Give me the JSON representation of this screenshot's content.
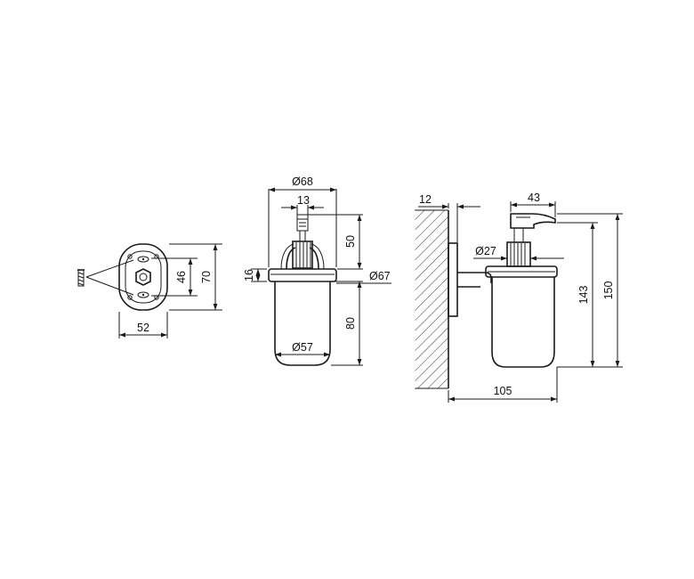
{
  "drawing": {
    "mount_view": {
      "width": "52",
      "height": "70",
      "hole_spacing": "46"
    },
    "front_view": {
      "cap_diameter": "Ø68",
      "pump_width": "13",
      "pump_height": "50",
      "ring_height": "16",
      "ring_diameter": "Ø67",
      "bottle_height": "80",
      "bottle_diameter": "Ø57"
    },
    "side_view": {
      "flange_thickness": "12",
      "spout_length": "43",
      "collar_diameter": "Ø27",
      "inner_height": "143",
      "total_height": "150",
      "total_depth": "105"
    }
  }
}
